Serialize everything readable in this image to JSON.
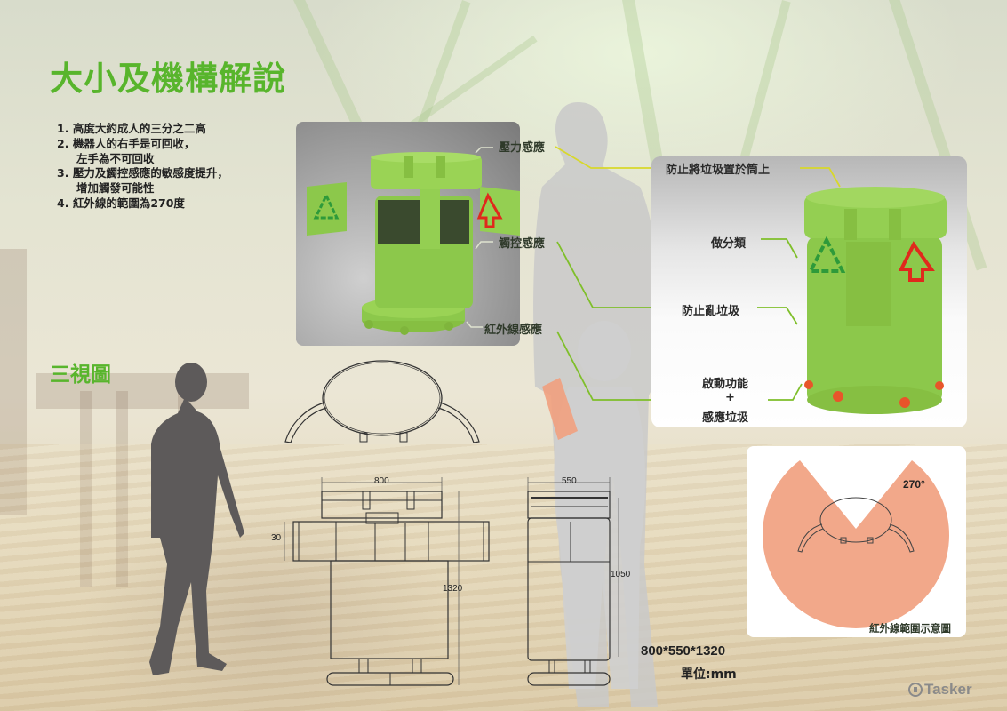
{
  "header": {
    "title": "大小及機構解說"
  },
  "notes": [
    {
      "num": "1.",
      "lines": [
        "高度大約成人的三分之二高"
      ]
    },
    {
      "num": "2.",
      "lines": [
        "機器人的右手是可回收，",
        "左手為不可回收"
      ]
    },
    {
      "num": "3.",
      "lines": [
        "壓力及觸控感應的敏感度提升，",
        "增加觸發可能性"
      ]
    },
    {
      "num": "4.",
      "lines": [
        "紅外線的範圍為270度"
      ]
    }
  ],
  "three_view": {
    "title": "三視圖",
    "dimensions": {
      "front_width": "800",
      "arm_height": "30",
      "total_height": "1320",
      "side_width": "550",
      "side_height": "1050"
    },
    "overall_size": "800*550*1320",
    "unit": "單位:mm"
  },
  "render_panel_left": {
    "labels": [
      "壓力感應",
      "觸控感應",
      "紅外線感應"
    ]
  },
  "render_panel_right": {
    "labels": [
      "防止將垃圾置於筒上",
      "做分類",
      "防止亂垃圾",
      "啟動功能",
      "+",
      "感應垃圾"
    ]
  },
  "ir_diagram": {
    "angle": "270°",
    "caption": "紅外線範圍示意圖",
    "fill_color": "#f2a88a"
  },
  "watermark": {
    "text": "Tasker"
  },
  "colors": {
    "title_green": "#58b52c",
    "bin_green": "#8cc84b",
    "leader_yellow": "#d8d82a",
    "leader_green": "#7fbf2a",
    "recycle_green": "#2e9a3a",
    "recycle_red": "#e0291c",
    "foot_orange": "#e8552a"
  }
}
